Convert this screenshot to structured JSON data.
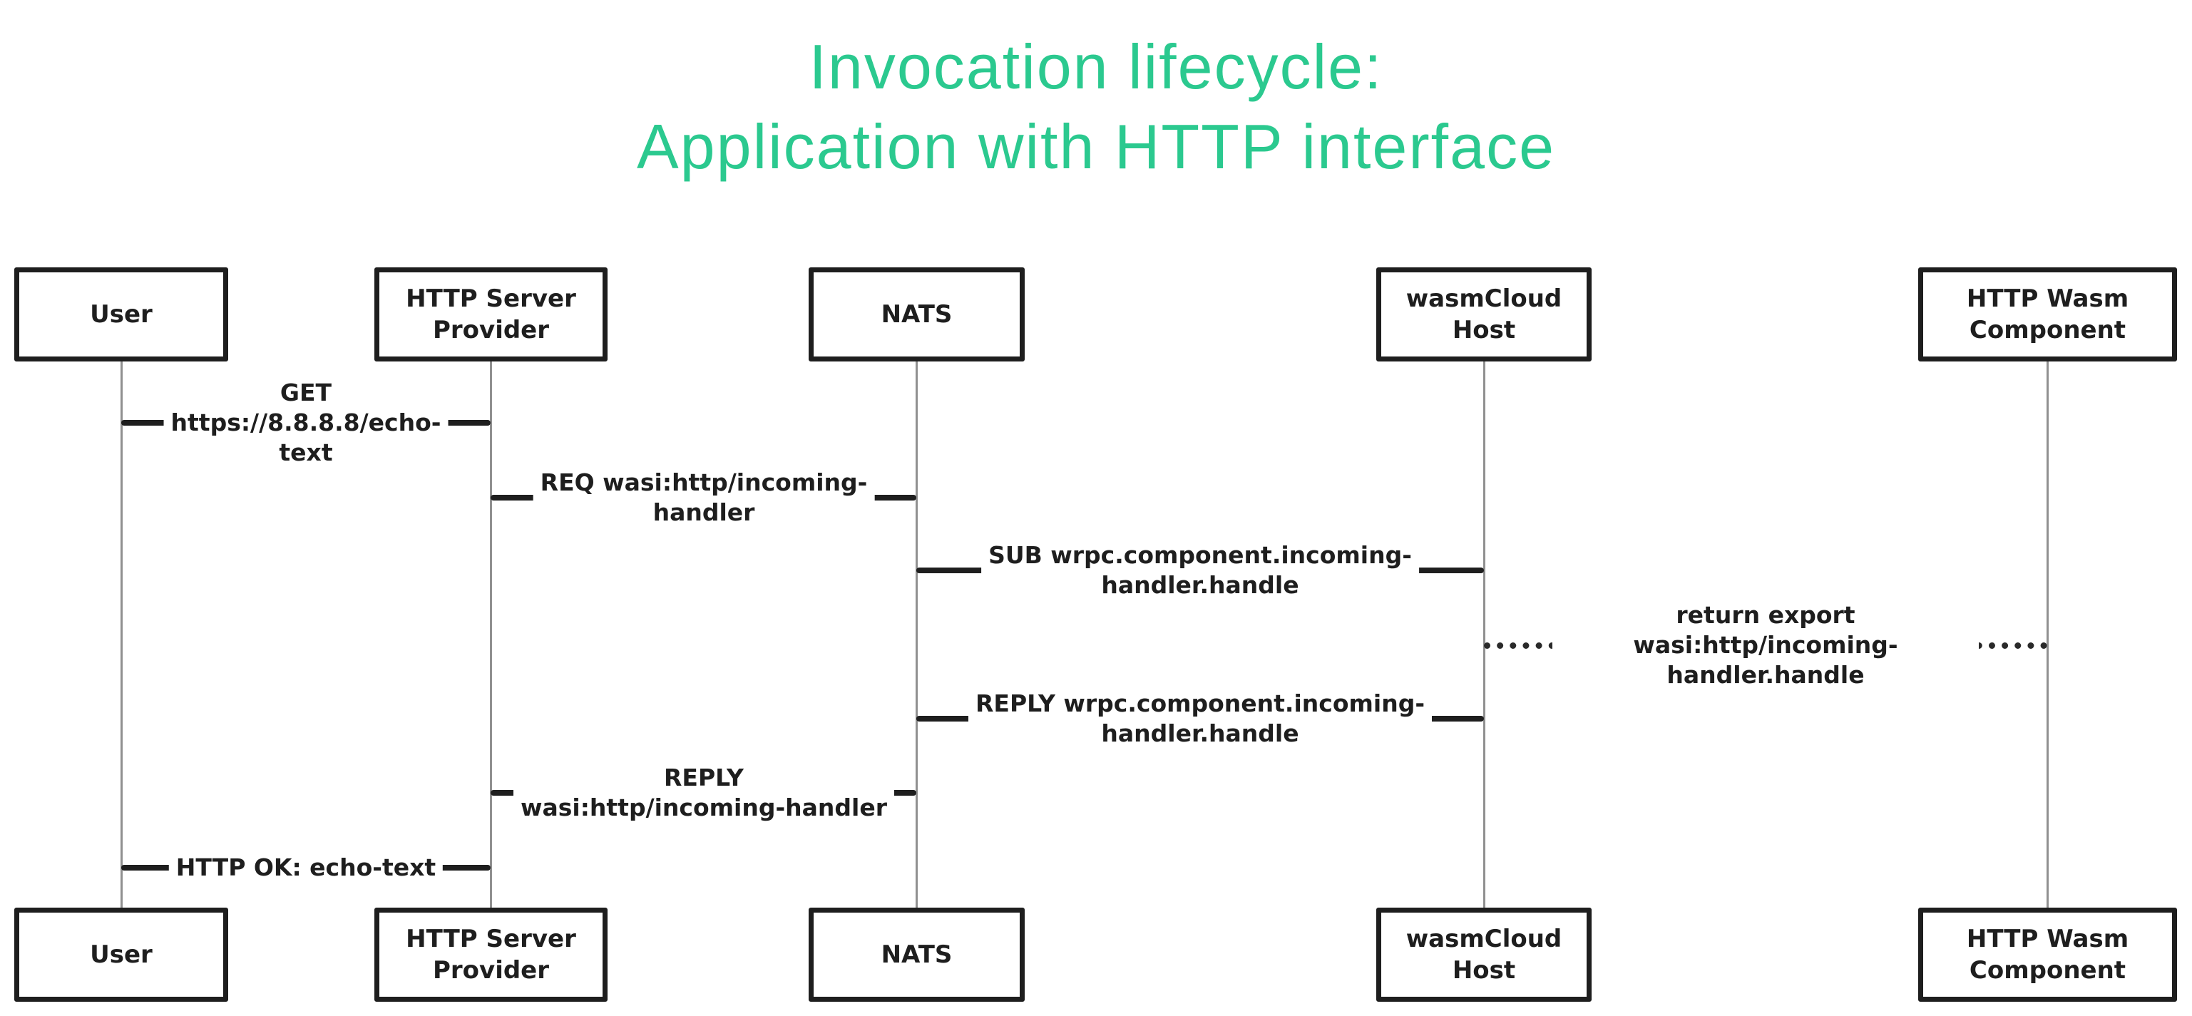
{
  "title": {
    "line1": "Invocation lifecycle:",
    "line2": "Application with HTTP interface"
  },
  "colors": {
    "accent": "#2BC98F",
    "ink": "#1e1e1e",
    "lifeline": "#909090",
    "bg": "#ffffff"
  },
  "diagram_type": "sequence-diagram",
  "actors": [
    {
      "id": "user",
      "label": "User"
    },
    {
      "id": "http-server-provider",
      "label": "HTTP Server\nProvider"
    },
    {
      "id": "nats",
      "label": "NATS"
    },
    {
      "id": "wasmcloud-host",
      "label": "wasmCloud Host"
    },
    {
      "id": "http-wasm-component",
      "label": "HTTP Wasm\nComponent"
    }
  ],
  "messages": [
    {
      "from": "user",
      "to": "http-server-provider",
      "style": "solid",
      "label": "GET\nhttps://8.8.8.8/echo-\ntext"
    },
    {
      "from": "http-server-provider",
      "to": "nats",
      "style": "solid",
      "label": "REQ wasi:http/incoming-\nhandler"
    },
    {
      "from": "nats",
      "to": "wasmcloud-host",
      "style": "solid",
      "label": "SUB wrpc.component.incoming-\nhandler.handle"
    },
    {
      "from": "wasmcloud-host",
      "to": "http-wasm-component",
      "style": "dotted",
      "label": "return export wasi:http/incoming-\nhandler.handle"
    },
    {
      "from": "wasmcloud-host",
      "to": "nats",
      "style": "solid",
      "label": "REPLY wrpc.component.incoming-\nhandler.handle"
    },
    {
      "from": "nats",
      "to": "http-server-provider",
      "style": "solid",
      "label": "REPLY\nwasi:http/incoming-handler"
    },
    {
      "from": "http-server-provider",
      "to": "user",
      "style": "solid",
      "label": "HTTP OK: echo-text"
    }
  ]
}
